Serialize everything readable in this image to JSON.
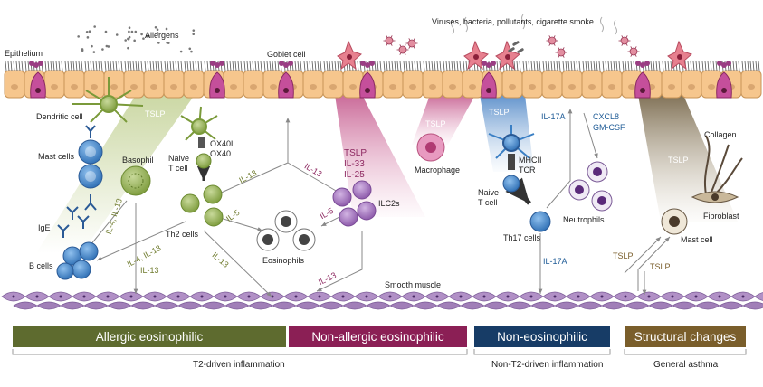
{
  "labels": {
    "epithelium": "Epithelium",
    "allergens": "Allergens",
    "goblet_cell": "Goblet cell",
    "viruses": "Viruses, bacteria, pollutants, cigarette smoke",
    "dendritic_cell": "Dendritic cell",
    "mast_cells": "Mast cells",
    "basophil": "Basophil",
    "naive_t_cell_line1": "Naive",
    "naive_t_cell_line2": "T cell",
    "ox40l": "OX40L",
    "ox40": "OX40",
    "th2_cells": "Th2 cells",
    "ige": "IgE",
    "b_cells": "B cells",
    "eosinophils": "Eosinophils",
    "ilc2s": "ILC2s",
    "macrophage": "Macrophage",
    "mhcii": "MHCII",
    "tcr": "TCR",
    "naive_t_cell2_line1": "Naive",
    "naive_t_cell2_line2": "T cell",
    "th17_cells": "Th17 cells",
    "neutrophils": "Neutrophils",
    "collagen": "Collagen",
    "fibroblast": "Fibroblast",
    "mast_cell": "Mast cell",
    "smooth_muscle": "Smooth muscle"
  },
  "cytokines": {
    "tslp_allergic": "TSLP",
    "il4_il13_a": "IL-4, IL-13",
    "il4_il13_b": "IL-4, IL-13",
    "il13_basophil": "IL-13",
    "il13_th2_up": "IL-13",
    "il5_th2": "IL-5",
    "il13_th2_down": "IL-13",
    "il13_ilc2_up": "IL-13",
    "il5_ilc2": "IL-5",
    "il13_ilc2_down": "IL-13",
    "tslp_na": "TSLP",
    "il33": "IL-33",
    "il25": "IL-25",
    "tslp_macro": "TSLP",
    "tslp_neo": "TSLP",
    "il17a_up": "IL-17A",
    "il17a_down": "IL-17A",
    "cxcl8": "CXCL8",
    "gmcsf": "GM-CSF",
    "tslp_struct": "TSLP",
    "tslp_mast1": "TSLP",
    "tslp_mast2": "TSLP"
  },
  "categories": [
    {
      "label": "Allergic eosinophilic",
      "color": "#5e6b2f"
    },
    {
      "label": "Non-allergic eosinophilic",
      "color": "#8b1f55"
    },
    {
      "label": "Non-eosinophilic",
      "color": "#173c66"
    },
    {
      "label": "Structural changes",
      "color": "#7a5e2b"
    }
  ],
  "footers": {
    "t2": "T2-driven inflammation",
    "nont2": "Non-T2-driven inflammation",
    "general": "General asthma"
  },
  "colors": {
    "allergic_text": "#6e7a2c",
    "nonallergic_text": "#8e2a62",
    "noneos_text": "#1e5b96",
    "structural_text": "#7a5e2b",
    "epithelium": "#f6c68d",
    "epithelium_border": "#c89458",
    "goblet": "#c54f9b",
    "muscle": "#b190c6",
    "eosinophil": "#ffffff",
    "ilc2": "#9a68b3",
    "th2": "#8eaa4e",
    "blue_cell": "#3a7fc4",
    "mast_granule": "#2a5a96"
  }
}
